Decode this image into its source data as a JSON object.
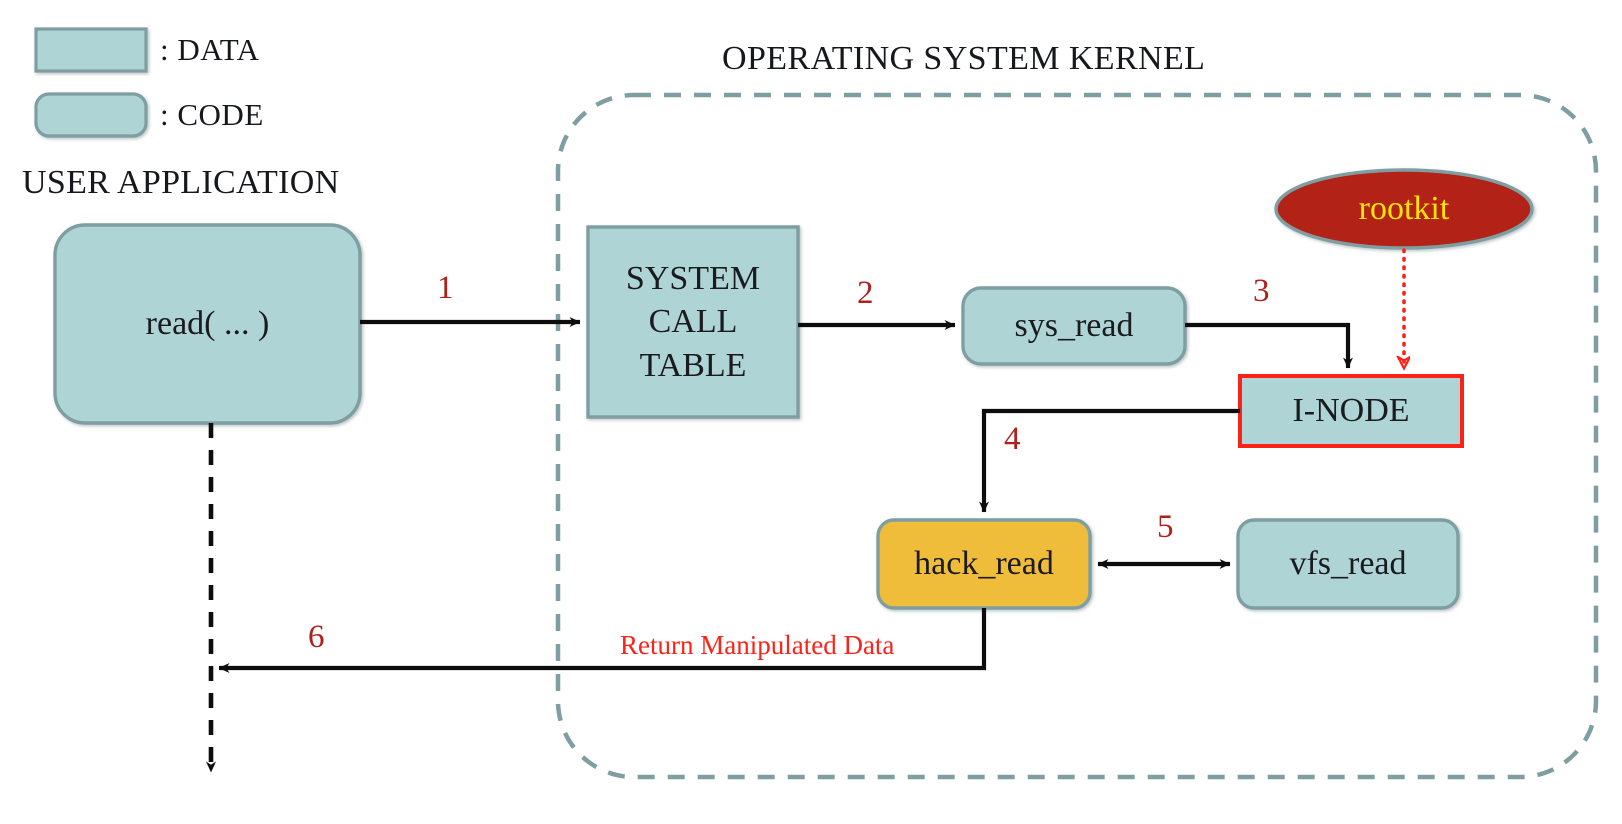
{
  "legend": {
    "items": [
      {
        "label": ": DATA",
        "shape": "rect",
        "fill": "#aed4d6"
      },
      {
        "label": ": CODE",
        "shape": "rounded",
        "fill": "#aed4d6"
      }
    ]
  },
  "sections": {
    "user_application_title": "USER APPLICATION",
    "kernel_title": "OPERATING SYSTEM KERNEL"
  },
  "nodes": {
    "read_call": "read( ... )",
    "syscall_table_line1": "SYSTEM",
    "syscall_table_line2": "CALL",
    "syscall_table_line3": "TABLE",
    "sys_read": "sys_read",
    "inode": "I-NODE",
    "rootkit": "rootkit",
    "hack_read": "hack_read",
    "vfs_read": "vfs_read"
  },
  "steps": {
    "one": "1",
    "two": "2",
    "three": "3",
    "four": "4",
    "five": "5",
    "six": "6"
  },
  "annotations": {
    "return_manipulated_data": "Return Manipulated Data"
  },
  "colors": {
    "data_fill": "#aed4d6",
    "code_fill": "#aed4d6",
    "node_stroke": "#7f9ea2",
    "hack_fill": "#f0bd3a",
    "rootkit_fill": "#b32317",
    "rootkit_text": "#ffe500",
    "inode_stroke": "#fb2318",
    "kernel_border": "#7f9ea2",
    "arrow": "#0d0d0d",
    "step_label": "#b0201b",
    "note_text": "#fb2318"
  }
}
